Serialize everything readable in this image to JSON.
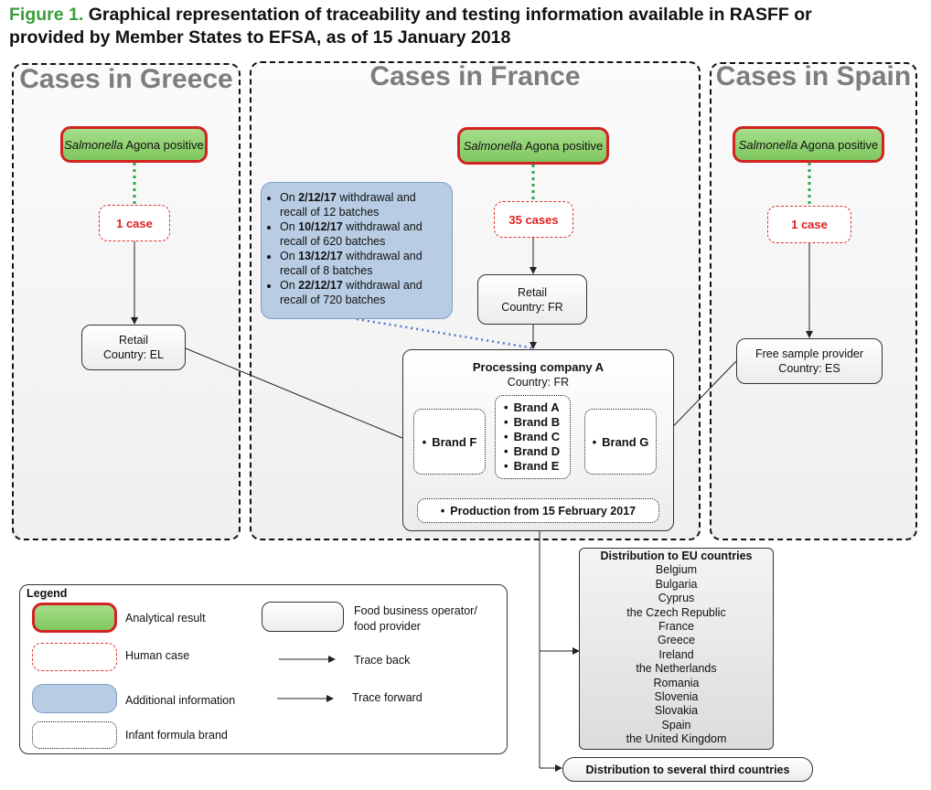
{
  "title": {
    "figure_label": "Figure 1.",
    "line1": "Graphical representation of traceability and testing information available in RASFF or",
    "line2": "provided by Member States to EFSA, as of 15 January 2018"
  },
  "regions": {
    "greece": {
      "title": "Cases in Greece",
      "result_italic": "Salmonella",
      "result_rest": " Agona positive",
      "cases": "1 case",
      "fbo_line1": "Retail",
      "fbo_line2": "Country: EL"
    },
    "france": {
      "title": "Cases in France",
      "result_italic": "Salmonella",
      "result_rest": " Agona positive",
      "cases": "35 cases",
      "fbo_line1": "Retail",
      "fbo_line2": "Country: FR",
      "info": [
        {
          "pre": "On ",
          "date": "2/12/17",
          "post": " withdrawal and recall of 12 batches"
        },
        {
          "pre": "On ",
          "date": "10/12/17",
          "post": " withdrawal and recall of 620 batches"
        },
        {
          "pre": "On ",
          "date": "13/12/17",
          "post": " withdrawal and recall of 8 batches"
        },
        {
          "pre": "On ",
          "date": "22/12/17",
          "post": " withdrawal and recall of 720 batches"
        }
      ],
      "processing": {
        "name": "Processing company A",
        "country": "Country: FR",
        "brand_f": "Brand F",
        "brands_mid": [
          "Brand A",
          "Brand B",
          "Brand C",
          "Brand D",
          "Brand E"
        ],
        "brand_g": "Brand G",
        "production": "Production from 15  February 2017"
      }
    },
    "spain": {
      "title": "Cases in Spain",
      "result_italic": "Salmonella",
      "result_rest": " Agona positive",
      "cases": "1 case",
      "fbo_line1": "Free sample provider",
      "fbo_line2": "Country: ES"
    }
  },
  "distribution": {
    "eu_title": "Distribution to EU countries",
    "eu_countries": [
      "Belgium",
      "Bulgaria",
      "Cyprus",
      "the Czech Republic",
      "France",
      "Greece",
      "Ireland",
      "the Netherlands",
      "Romania",
      "Slovenia",
      "Slovakia",
      "Spain",
      "the United Kingdom"
    ],
    "third": "Distribution to several third countries"
  },
  "legend": {
    "title": "Legend",
    "analytical": "Analytical result",
    "human": "Human case",
    "additional": "Additional information",
    "infant": "Infant formula brand",
    "fbo_line1": "Food business operator/",
    "fbo_line2": "food provider",
    "trace_back": "Trace back",
    "trace_forward": "Trace forward"
  },
  "colors": {
    "title_green": "#3a9e3a",
    "analytical_fill": "#8fd16f",
    "human_border": "#e03030",
    "info_fill": "#b8cde3"
  }
}
